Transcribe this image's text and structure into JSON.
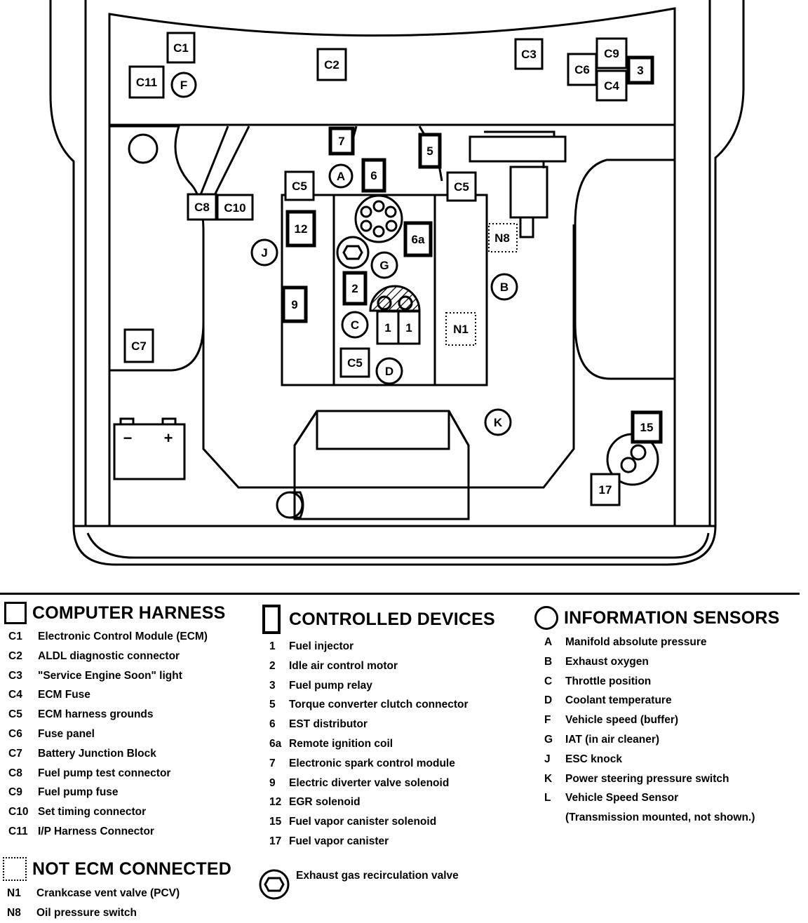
{
  "diagram": {
    "labels": {
      "C1": "C1",
      "C11": "C11",
      "F": "F",
      "C2": "C2",
      "C3": "C3",
      "C6": "C6",
      "C9": "C9",
      "C4": "C4",
      "n3": "3",
      "n7": "7",
      "n5": "5",
      "A": "A",
      "n6": "6",
      "C5a": "C5",
      "C5b": "C5",
      "C8": "C8",
      "C10": "C10",
      "n12": "12",
      "n6a": "6a",
      "N8": "N8",
      "J": "J",
      "G": "G",
      "B": "B",
      "n2": "2",
      "n9": "9",
      "C": "C",
      "n1a": "1",
      "n1b": "1",
      "N1": "N1",
      "C7": "C7",
      "C5c": "C5",
      "D": "D",
      "K": "K",
      "n15": "15",
      "n17": "17",
      "minus": "−",
      "plus": "+"
    }
  },
  "legend": {
    "computer_harness": {
      "title": "COMPUTER HARNESS",
      "items": [
        {
          "code": "C1",
          "desc": "Electronic Control Module (ECM)"
        },
        {
          "code": "C2",
          "desc": "ALDL diagnostic connector"
        },
        {
          "code": "C3",
          "desc": "\"Service Engine Soon\" light"
        },
        {
          "code": "C4",
          "desc": "ECM Fuse"
        },
        {
          "code": "C5",
          "desc": "ECM harness grounds"
        },
        {
          "code": "C6",
          "desc": "Fuse panel"
        },
        {
          "code": "C7",
          "desc": "Battery Junction Block"
        },
        {
          "code": "C8",
          "desc": "Fuel pump test connector"
        },
        {
          "code": "C9",
          "desc": "Fuel pump fuse"
        },
        {
          "code": "C10",
          "desc": "Set timing connector"
        },
        {
          "code": "C11",
          "desc": "I/P Harness Connector"
        }
      ]
    },
    "not_ecm_connected": {
      "title": "NOT ECM CONNECTED",
      "items": [
        {
          "code": "N1",
          "desc": "Crankcase vent valve (PCV)"
        },
        {
          "code": "N8",
          "desc": "Oil pressure switch"
        }
      ]
    },
    "controlled_devices": {
      "title": "CONTROLLED DEVICES",
      "items": [
        {
          "code": "1",
          "desc": "Fuel injector"
        },
        {
          "code": "2",
          "desc": "Idle air control motor"
        },
        {
          "code": "3",
          "desc": "Fuel pump relay"
        },
        {
          "code": "5",
          "desc": "Torque converter clutch connector"
        },
        {
          "code": "6",
          "desc": "EST distributor"
        },
        {
          "code": "6a",
          "desc": "Remote ignition coil"
        },
        {
          "code": "7",
          "desc": "Electronic spark control module"
        },
        {
          "code": "9",
          "desc": "Electric diverter valve solenoid"
        },
        {
          "code": "12",
          "desc": "EGR solenoid"
        },
        {
          "code": "15",
          "desc": "Fuel vapor canister solenoid"
        },
        {
          "code": "17",
          "desc": "Fuel vapor canister"
        }
      ]
    },
    "egr": {
      "desc": "Exhaust gas recirculation valve"
    },
    "information_sensors": {
      "title": "INFORMATION SENSORS",
      "items": [
        {
          "code": "A",
          "desc": "Manifold absolute pressure"
        },
        {
          "code": "B",
          "desc": "Exhaust oxygen"
        },
        {
          "code": "C",
          "desc": "Throttle position"
        },
        {
          "code": "D",
          "desc": "Coolant temperature"
        },
        {
          "code": "F",
          "desc": "Vehicle speed (buffer)"
        },
        {
          "code": "G",
          "desc": "IAT (in air cleaner)"
        },
        {
          "code": "J",
          "desc": "ESC knock"
        },
        {
          "code": "K",
          "desc": "Power steering pressure switch"
        },
        {
          "code": "L",
          "desc": "Vehicle Speed Sensor"
        },
        {
          "code": "",
          "desc": "(Transmission mounted, not shown.)"
        }
      ]
    }
  }
}
